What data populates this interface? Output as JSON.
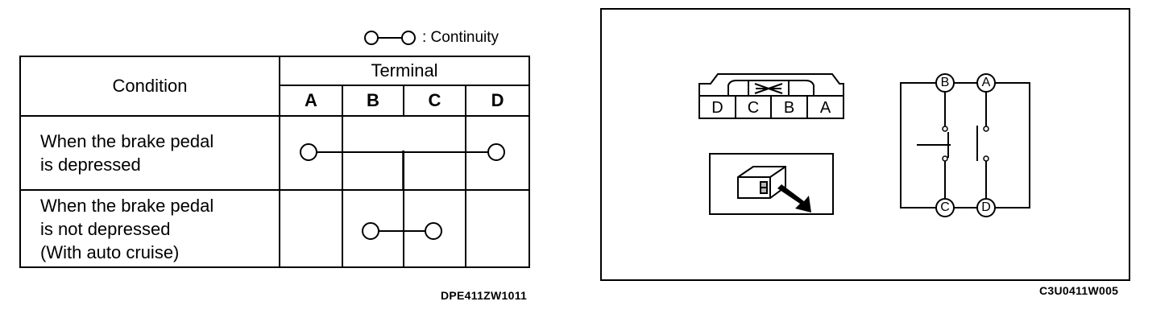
{
  "legend": {
    "text": ": Continuity"
  },
  "table": {
    "condition_header": "Condition",
    "terminal_header": "Terminal",
    "terminals": [
      "A",
      "B",
      "C",
      "D"
    ],
    "rows": [
      {
        "lines": [
          "When the brake pedal",
          "is depressed"
        ],
        "continuity": [
          "A",
          "D"
        ]
      },
      {
        "lines": [
          "When the brake pedal",
          "is not depressed",
          "(With auto cruise)"
        ],
        "continuity": [
          "B",
          "C"
        ]
      }
    ]
  },
  "codes": {
    "left": "DPE411ZW1011",
    "right": "C3U0411W005"
  },
  "connector": {
    "pins": [
      "D",
      "C",
      "B",
      "A"
    ]
  },
  "schematic": {
    "terminals": [
      "B",
      "A",
      "C",
      "D"
    ]
  }
}
